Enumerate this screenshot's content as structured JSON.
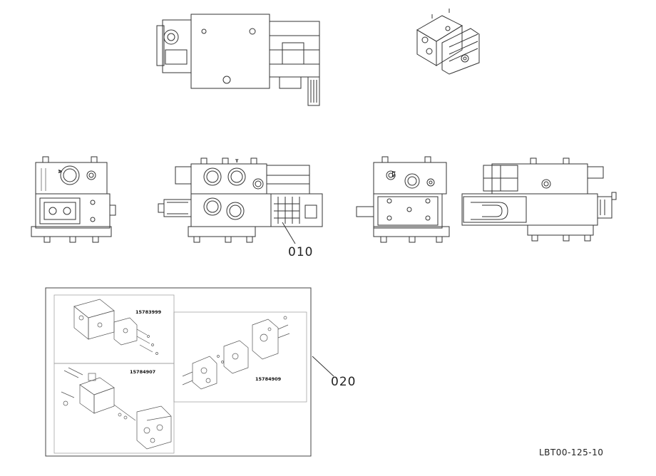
{
  "callouts": {
    "item_010": "010",
    "item_020": "020"
  },
  "drawing_id": "LBT00-125-10",
  "kit_labels": {
    "kit_a": "15783999",
    "kit_b": "15784907",
    "kit_c": "15784909"
  },
  "colors": {
    "line": "#333333",
    "light_line": "#777777",
    "background": "#ffffff"
  }
}
